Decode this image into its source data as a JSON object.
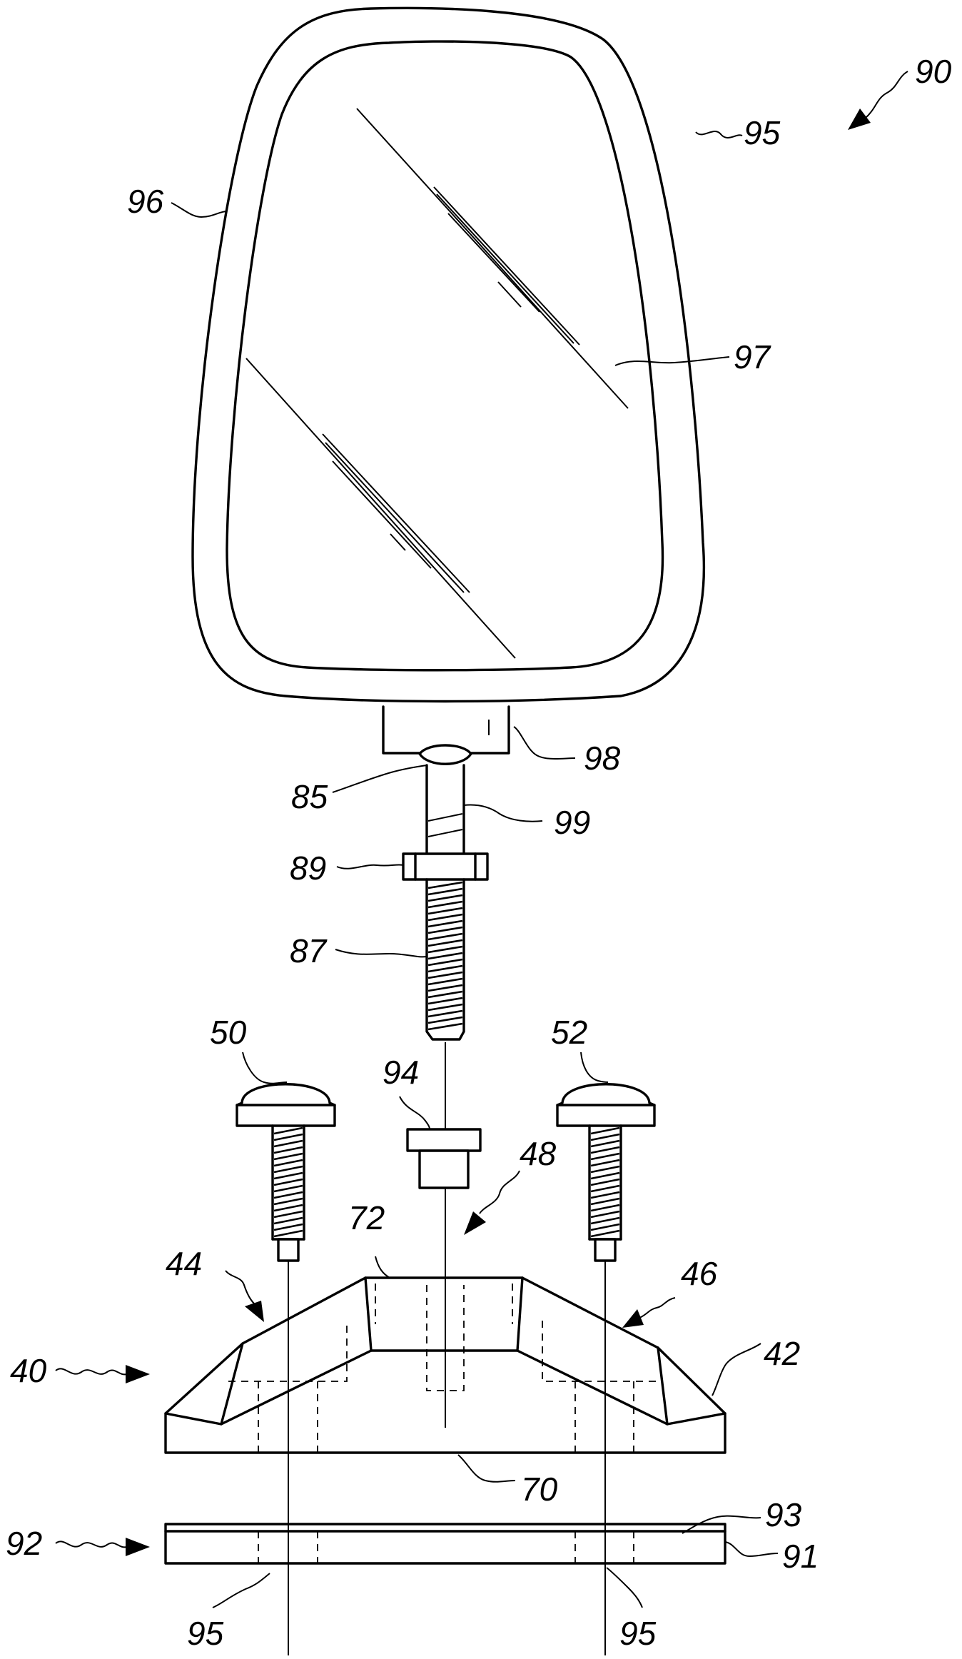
{
  "figure": {
    "reference_numerals": {
      "assembly": "90",
      "housing_outer": "95",
      "housing_side": "96",
      "mirror_glass": "97",
      "mount_block": "98",
      "ball": "85",
      "stem": "99",
      "nut": "89",
      "threaded_rod": "87",
      "fastener_left": "50",
      "insert": "94",
      "fastener_right": "52",
      "top_surface": "72",
      "bore_arrow": "48",
      "left_pocket": "44",
      "right_pocket": "46",
      "base": "40",
      "base_edge": "42",
      "bottom_surface": "70",
      "pad_layer": "93",
      "pad": "92",
      "pad_body": "91",
      "hole_left": "95",
      "hole_right": "95"
    }
  }
}
